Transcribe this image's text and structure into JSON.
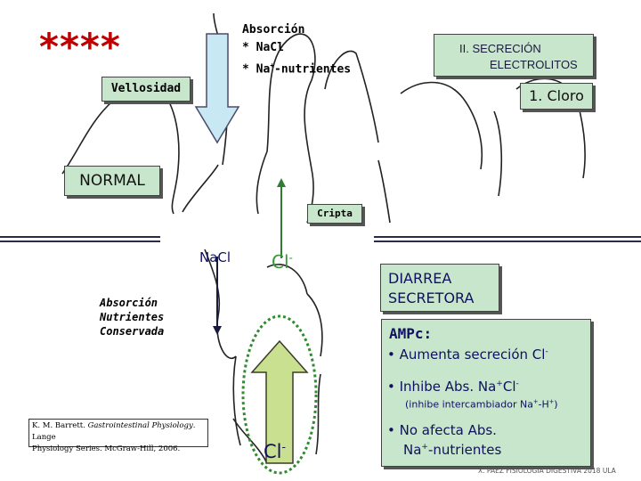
{
  "stars": "****",
  "absorcion_top": {
    "title": "Absorción",
    "line1": "* NaCl",
    "line2_prefix": "* Na",
    "line2_sup": "+",
    "line2_suffix": "-nutrientes"
  },
  "vellosidad": "Vellosidad",
  "secrecion": {
    "line1": "II. SECRECIÓN",
    "line2": "ELECTROLITOS"
  },
  "cloro": "1. Cloro",
  "normal": "NORMAL",
  "cripta": "Cripta",
  "nacl": "NaCl",
  "cl_top": {
    "base": "Cl",
    "sup": "-"
  },
  "diarrea": {
    "line1": "DIARREA",
    "line2": "SECRETORA"
  },
  "absorcion_bottom": {
    "line1": "Absorción",
    "line2": "Nutrientes",
    "line3": "Conservada"
  },
  "ampc": {
    "title": "AMPc:",
    "bullet1": {
      "text": "Aumenta secreción Cl",
      "sup": "-"
    },
    "bullet2": {
      "text_a": "Inhibe Abs. Na",
      "sup_a": "+",
      "text_b": "Cl",
      "sup_b": "-"
    },
    "note": {
      "a": "(inhibe intercambiador Na",
      "sup_a": "+",
      "b": "-H",
      "sup_b": "+",
      "c": ")"
    },
    "bullet3": {
      "line1": "No afecta Abs.",
      "line2_a": "Na",
      "sup": "+",
      "line2_b": "-nutrientes"
    }
  },
  "reference": {
    "line1_a": "K. M. Barrett. ",
    "line1_italic": "Gastrointestinal Physiology",
    "line1_b": ". Lange",
    "line2": "Physiology Series. McGraw-Hill, 2006."
  },
  "cl_bottom": {
    "base": "Cl",
    "sup": "-"
  },
  "footer": "X. PÁEZ  FISIOLOGÍA DIGESTIVA 2018 ULA",
  "colors": {
    "stars": "#c00000",
    "box_fill": "#c8e6cc",
    "arrow_blue": "#c8e8f4",
    "arrow_green": "#c8e090",
    "dotted_green": "#2e8b2e",
    "cl_green": "#339933",
    "navy": "#101060"
  }
}
